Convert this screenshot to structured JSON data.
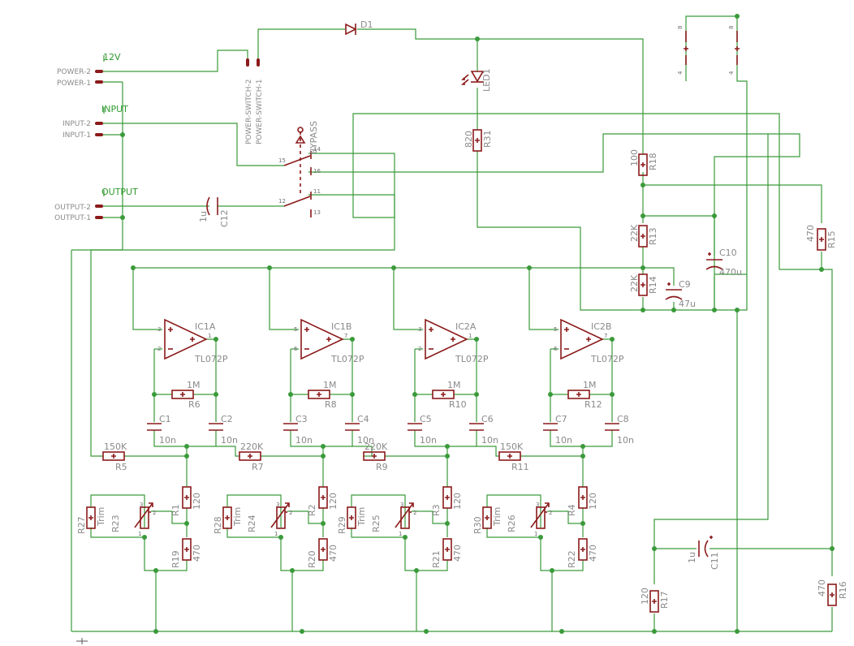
{
  "nets": {
    "v12": "12V",
    "input": "INPUT",
    "output": "OUTPUT"
  },
  "connectors": {
    "power2": "POWER-2",
    "power1": "POWER-1",
    "input2": "INPUT-2",
    "input1": "INPUT-1",
    "output2": "OUTPUT-2",
    "output1": "OUTPUT-1",
    "psw2": "POWER-SWITCH-2",
    "psw1": "POWER-SWITCH-1"
  },
  "parts": {
    "D1": "D1",
    "LED1": "LED1",
    "BYPASS": "BYPASS",
    "C12": "C12",
    "C12v": "1u",
    "R31": "R31",
    "R31v": "820",
    "R18": "R18",
    "R18v": "100",
    "R13": "R13",
    "R13v": "22K",
    "R14": "R14",
    "R14v": "22K",
    "C9": "C9",
    "C9v": "47u",
    "C10": "C10",
    "C10v": "470u",
    "R15": "R15",
    "R15v": "470",
    "C11": "C11",
    "C11v": "1u",
    "R17": "R17",
    "R17v": "120",
    "R16": "R16",
    "R16v": "470"
  },
  "stages": [
    {
      "ic": "IC1A",
      "pn": "TL072P",
      "pinP": "3",
      "pinN": "2",
      "pinO": "1",
      "rf": "R6",
      "rfv": "1M",
      "ca": "C1",
      "cav": "10n",
      "cb": "C2",
      "cbv": "10n",
      "rin": "R5",
      "rinv": "150K",
      "rtop": "R1",
      "rtopv": "120",
      "rbot": "R19",
      "rbotv": "470",
      "trim": "R23",
      "trimv": "Trim",
      "rpar": "R27"
    },
    {
      "ic": "IC1B",
      "pn": "TL072P",
      "pinP": "5",
      "pinN": "6",
      "pinO": "7",
      "rf": "R8",
      "rfv": "1M",
      "ca": "C3",
      "cav": "10n",
      "cb": "C4",
      "cbv": "10n",
      "rin": "R7",
      "rinv": "220K",
      "rtop": "R2",
      "rtopv": "120",
      "rbot": "R20",
      "rbotv": "470",
      "trim": "R24",
      "trimv": "Trim",
      "rpar": "R28"
    },
    {
      "ic": "IC2A",
      "pn": "TL072P",
      "pinP": "3",
      "pinN": "2",
      "pinO": "1",
      "rf": "R10",
      "rfv": "1M",
      "ca": "C5",
      "cav": "10n",
      "cb": "C6",
      "cbv": "10n",
      "rin": "R9",
      "rinv": "220K",
      "rtop": "R3",
      "rtopv": "120",
      "rbot": "R21",
      "rbotv": "470",
      "trim": "R25",
      "trimv": "Trim",
      "rpar": "R29"
    },
    {
      "ic": "IC2B",
      "pn": "TL072P",
      "pinP": "5",
      "pinN": "6",
      "pinO": "7",
      "rf": "R12",
      "rfv": "1M",
      "ca": "C7",
      "cav": "10n",
      "cb": "C8",
      "cbv": "10n",
      "rin": "R11",
      "rinv": "150K",
      "rtop": "R4",
      "rtopv": "120",
      "rbot": "R22",
      "rbotv": "470",
      "trim": "R26",
      "trimv": "Trim",
      "rpar": "R30"
    }
  ],
  "pins": {
    "sw15": "15",
    "sw14": "14",
    "sw16": "16",
    "sw12": "12",
    "sw11": "11",
    "sw13": "13",
    "p8": "8",
    "p4": "4",
    "tr1": "1",
    "tr2": "2",
    "tr3": "3"
  }
}
